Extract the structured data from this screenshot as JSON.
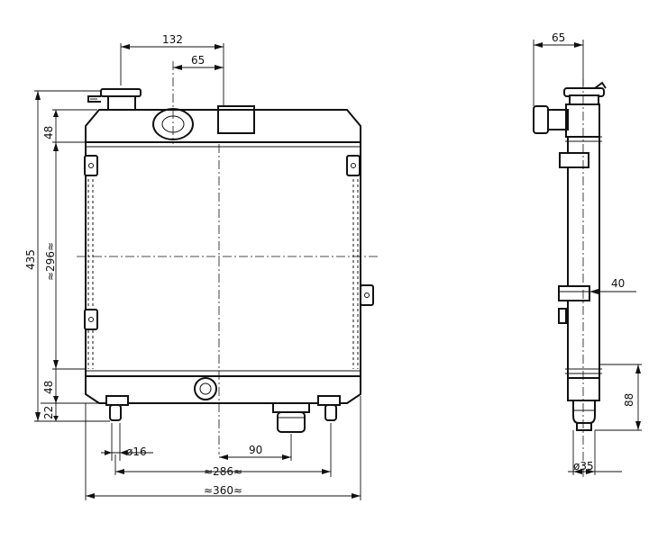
{
  "front_view": {
    "dimensions": {
      "cap_offset": "132",
      "filler_offset": "65",
      "overall_height": "435",
      "core_height": "≈296≈",
      "top_tank_height": "48",
      "bottom_tank_height": "48",
      "spigot_length": "22",
      "spigot_diameter": "ø16",
      "outlet_offset": "90",
      "spigot_spacing": "≈286≈",
      "overall_width": "≈360≈"
    }
  },
  "side_view": {
    "dimensions": {
      "cap_offset": "65",
      "bracket_width": "40",
      "outlet_height": "88",
      "outlet_diameter": "ø35"
    }
  }
}
